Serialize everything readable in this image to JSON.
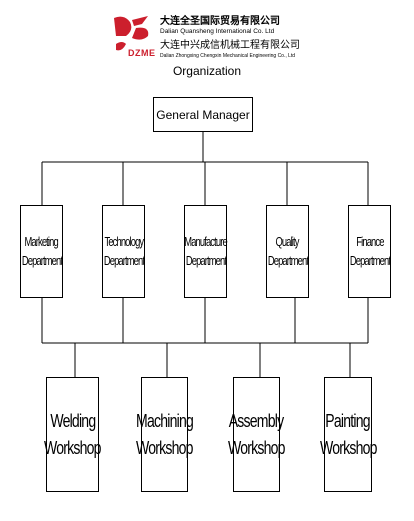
{
  "header": {
    "company1_cn": "大连全圣国际贸易有限公司",
    "company1_en": "Dalian Quansheng International Co. Ltd",
    "company2_cn": "大连中兴成信机械工程有限公司",
    "company2_en": "Dalian Zhongxing Chengxin Mechanical Engineering Co., Ltd",
    "brand": "DZME",
    "brand_color": "#cc1f2d",
    "logo_icon": "qs-logo-icon"
  },
  "title": "Organization",
  "org": {
    "root": "General Manager",
    "departments": [
      [
        "Marketing",
        "Department"
      ],
      [
        "Technology",
        "Department"
      ],
      [
        "Manufacture",
        "Department"
      ],
      [
        "Quality",
        "Department"
      ],
      [
        "Finance",
        "Department"
      ]
    ],
    "workshops": [
      [
        "Welding",
        "Workshop"
      ],
      [
        "Machining",
        "Workshop"
      ],
      [
        "Assembly",
        "Workshop"
      ],
      [
        "Painting",
        "Workshop"
      ]
    ]
  }
}
